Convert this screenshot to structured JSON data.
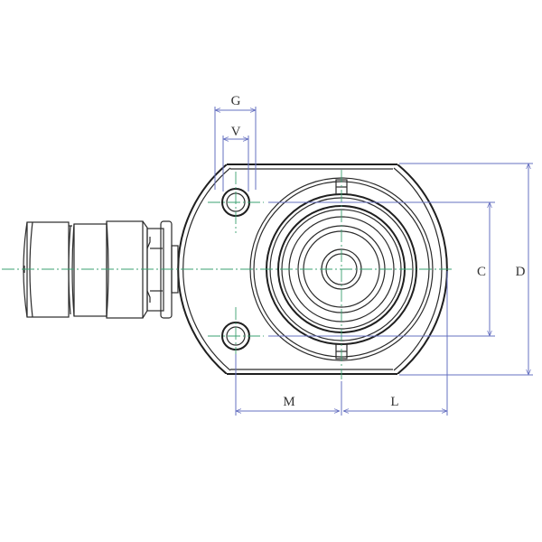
{
  "dimensions": {
    "G": "G",
    "V": "V",
    "C": "C",
    "D": "D",
    "M": "M",
    "L": "L"
  },
  "colors": {
    "outline": "#2a2a2a",
    "dimension": "#6670c0",
    "centerline": "#3aa070"
  }
}
